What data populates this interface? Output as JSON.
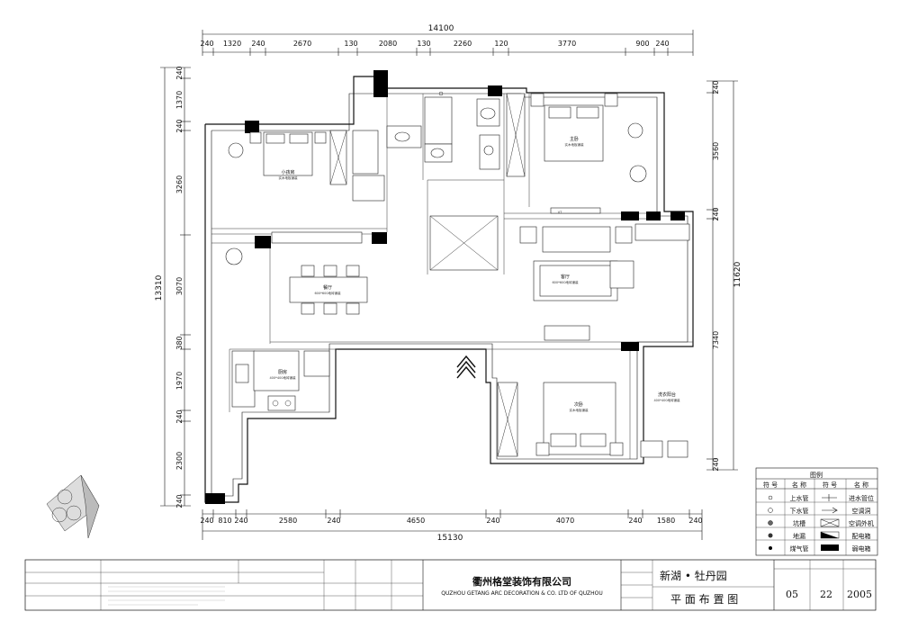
{
  "top_dims": {
    "total": "14100",
    "segments": [
      "240",
      "1320",
      "240",
      "2670",
      "130",
      "2080",
      "130",
      "2260",
      "120",
      "3770",
      "900",
      "240"
    ]
  },
  "bottom_dims": {
    "total": "15130",
    "segments": [
      "240",
      "810",
      "240",
      "2580",
      "240",
      "4650",
      "240",
      "4070",
      "240",
      "1580",
      "240"
    ]
  },
  "left_dims": {
    "total": "13310",
    "segments": [
      "240",
      "1370",
      "240",
      "3260",
      "3070",
      "380",
      "1970",
      "240",
      "2300",
      "240"
    ]
  },
  "right_dims": {
    "total": "11620",
    "segments": [
      "240",
      "3560",
      "240",
      "7340",
      "240"
    ]
  },
  "rooms": {
    "small_bedroom": {
      "name": "小孩房",
      "note": "实木地板铺装"
    },
    "master_bedroom": {
      "name": "主卧",
      "note": "实木地板铺装"
    },
    "dining": {
      "name": "餐厅",
      "note": "600*600地砖铺装"
    },
    "living": {
      "name": "客厅",
      "note": "600*600地砖铺装"
    },
    "kitchen": {
      "name": "厨房",
      "note": "400*400地砖铺装"
    },
    "second_bedroom": {
      "name": "次卧",
      "note": "实木地板铺装"
    },
    "laundry": {
      "name": "洗衣阳台",
      "note": "400*400地砖铺装"
    },
    "tv_label": "VT"
  },
  "legend": {
    "title": "图例",
    "headers": [
      "符 号",
      "名 称",
      "符 号",
      "名 称"
    ],
    "rows": [
      [
        "上水管",
        "进水管位"
      ],
      [
        "下水管",
        "空调洞"
      ],
      [
        "坑槽",
        "空调外机"
      ],
      [
        "地漏",
        "配电箱"
      ],
      [
        "煤气管",
        "弱电箱"
      ]
    ]
  },
  "title_block": {
    "company_cn": "衢州格堂装饰有限公司",
    "company_en": "QUZHOU GETANG ARC DECORATION  & CO. LTD OF QUZHOU",
    "project": "新湖 • 牡丹园",
    "drawing": "平 面 布 置 图",
    "sheet": "05",
    "number": "22",
    "year": "2005"
  }
}
